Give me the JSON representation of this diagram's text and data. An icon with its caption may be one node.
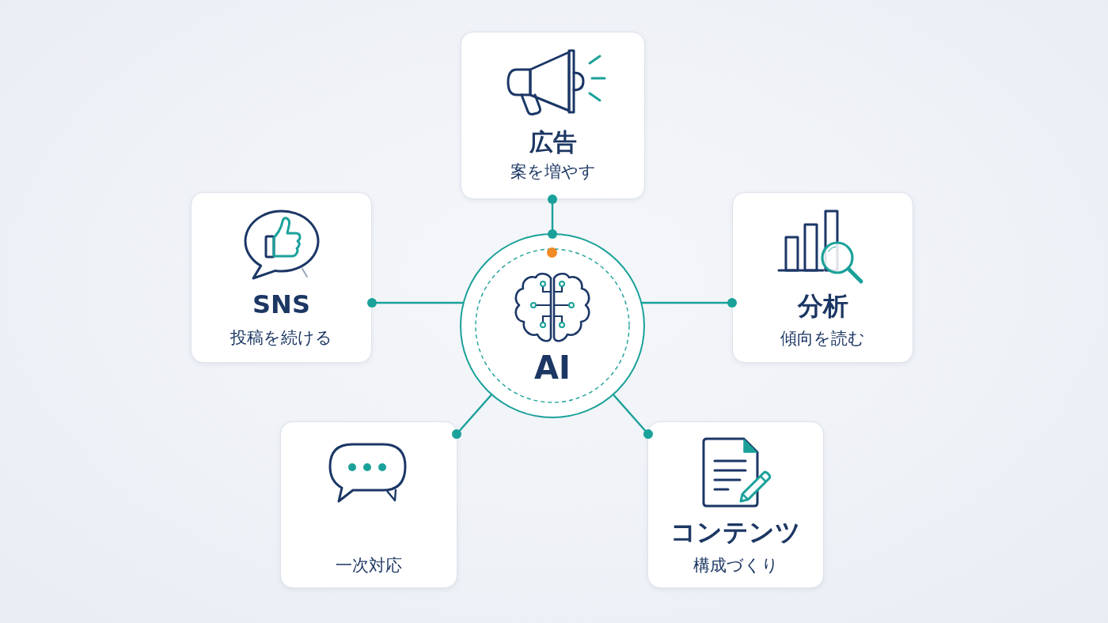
{
  "diagram": {
    "nodes": [
      {
        "text": [
          "広告",
          "案を増やす"
        ]
      },
      {
        "text": [
          "SNS",
          "投稿を続ける"
        ]
      },
      {
        "text": [
          "AI"
        ]
      },
      {
        "text": [
          "分析",
          "傾向を読む"
        ]
      },
      {
        "text": [
          "一次対応"
        ]
      },
      {
        "text": [
          "コンテンツ",
          "構成づくり"
        ]
      }
    ],
    "edges": [
      {
        "from": 2,
        "to": 0,
        "arrow": "other"
      },
      {
        "from": 2,
        "to": 1,
        "arrow": "other"
      },
      {
        "from": 2,
        "to": 3,
        "arrow": "other"
      },
      {
        "from": 2,
        "to": 4,
        "arrow": "other"
      },
      {
        "from": 2,
        "to": 5,
        "arrow": "other"
      }
    ]
  }
}
